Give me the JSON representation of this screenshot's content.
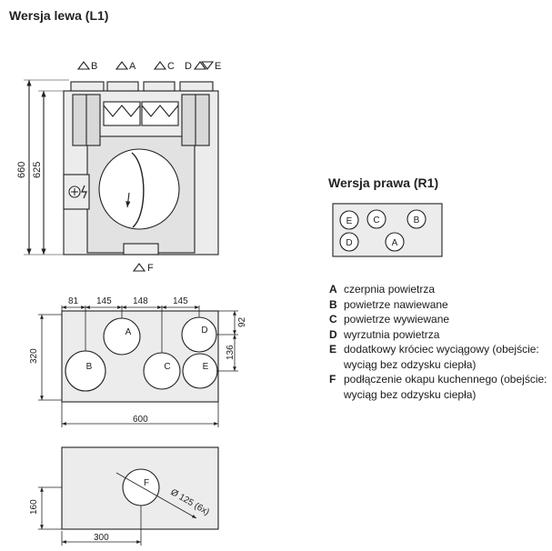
{
  "titles": {
    "left": "Wersja lewa (L1)",
    "right": "Wersja prawa (R1)"
  },
  "top_view_labels": {
    "b": "B",
    "a": "A",
    "c": "C",
    "d": "D",
    "e": "E",
    "f": "F"
  },
  "top_view_dims": {
    "outer": "660",
    "inner": "625"
  },
  "right_version_ports": [
    "E",
    "C",
    "B",
    "D",
    "A"
  ],
  "front_view": {
    "dims_top": [
      "81",
      "145",
      "148",
      "145"
    ],
    "dim_right_top": "92",
    "dim_right_bottom": "136",
    "dim_left": "320",
    "dim_bottom": "600",
    "ports": [
      "A",
      "D",
      "B",
      "C",
      "E"
    ]
  },
  "bottom_view": {
    "port": "F",
    "dim_left": "160",
    "dim_bottom": "300",
    "diameter": "Ø 125 (6x)"
  },
  "legend": [
    {
      "key": "A",
      "text": "czerpnia powietrza"
    },
    {
      "key": "B",
      "text": "powietrze nawiewane"
    },
    {
      "key": "C",
      "text": "powietrze wywiewane"
    },
    {
      "key": "D",
      "text": "wyrzutnia powietrza"
    },
    {
      "key": "E",
      "text": "dodatkowy króciec wyciągowy (obejście: wyciąg bez odzysku ciepła)"
    },
    {
      "key": "F",
      "text": "podłączenie okapu kuchennego (obejście: wyciąg bez odzysku ciepła)"
    }
  ],
  "colors": {
    "panel": "#ececec",
    "stroke": "#222222",
    "circle": "#ffffff"
  }
}
